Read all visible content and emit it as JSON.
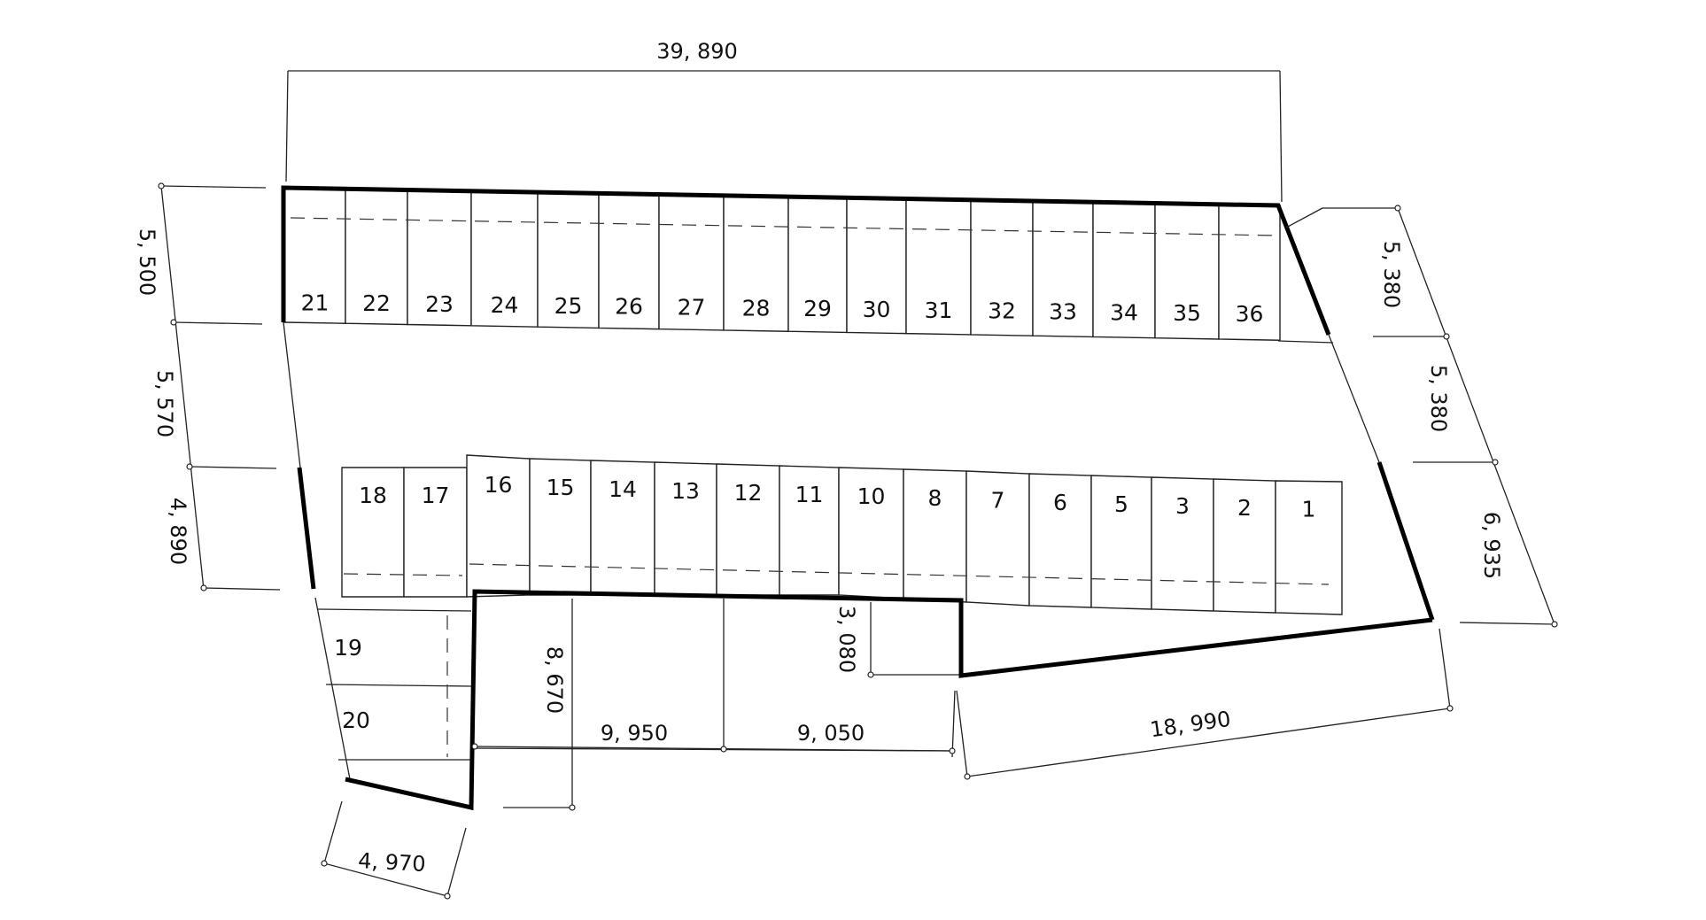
{
  "stalls": {
    "top_row": [
      "21",
      "22",
      "23",
      "24",
      "25",
      "26",
      "27",
      "28",
      "29",
      "30",
      "31",
      "32",
      "33",
      "34",
      "35",
      "36"
    ],
    "bottom_row": [
      "18",
      "17",
      "16",
      "15",
      "14",
      "13",
      "12",
      "11",
      "10",
      "8",
      "7",
      "6",
      "5",
      "3",
      "2",
      "1"
    ],
    "side": [
      "19",
      "20"
    ]
  },
  "dimensions": {
    "top_width": "39, 890",
    "left_upper": "5, 500",
    "left_middle": "5, 570",
    "left_lower": "4, 890",
    "right_upper": "5, 380",
    "right_middle": "5, 380",
    "right_lower": "6, 935",
    "bottom_right": "18, 990",
    "notch_height": "3, 080",
    "inner_height": "8, 670",
    "bottom_mid_left": "9, 950",
    "bottom_mid_right": "9, 050",
    "bottom_left": "4, 970"
  }
}
